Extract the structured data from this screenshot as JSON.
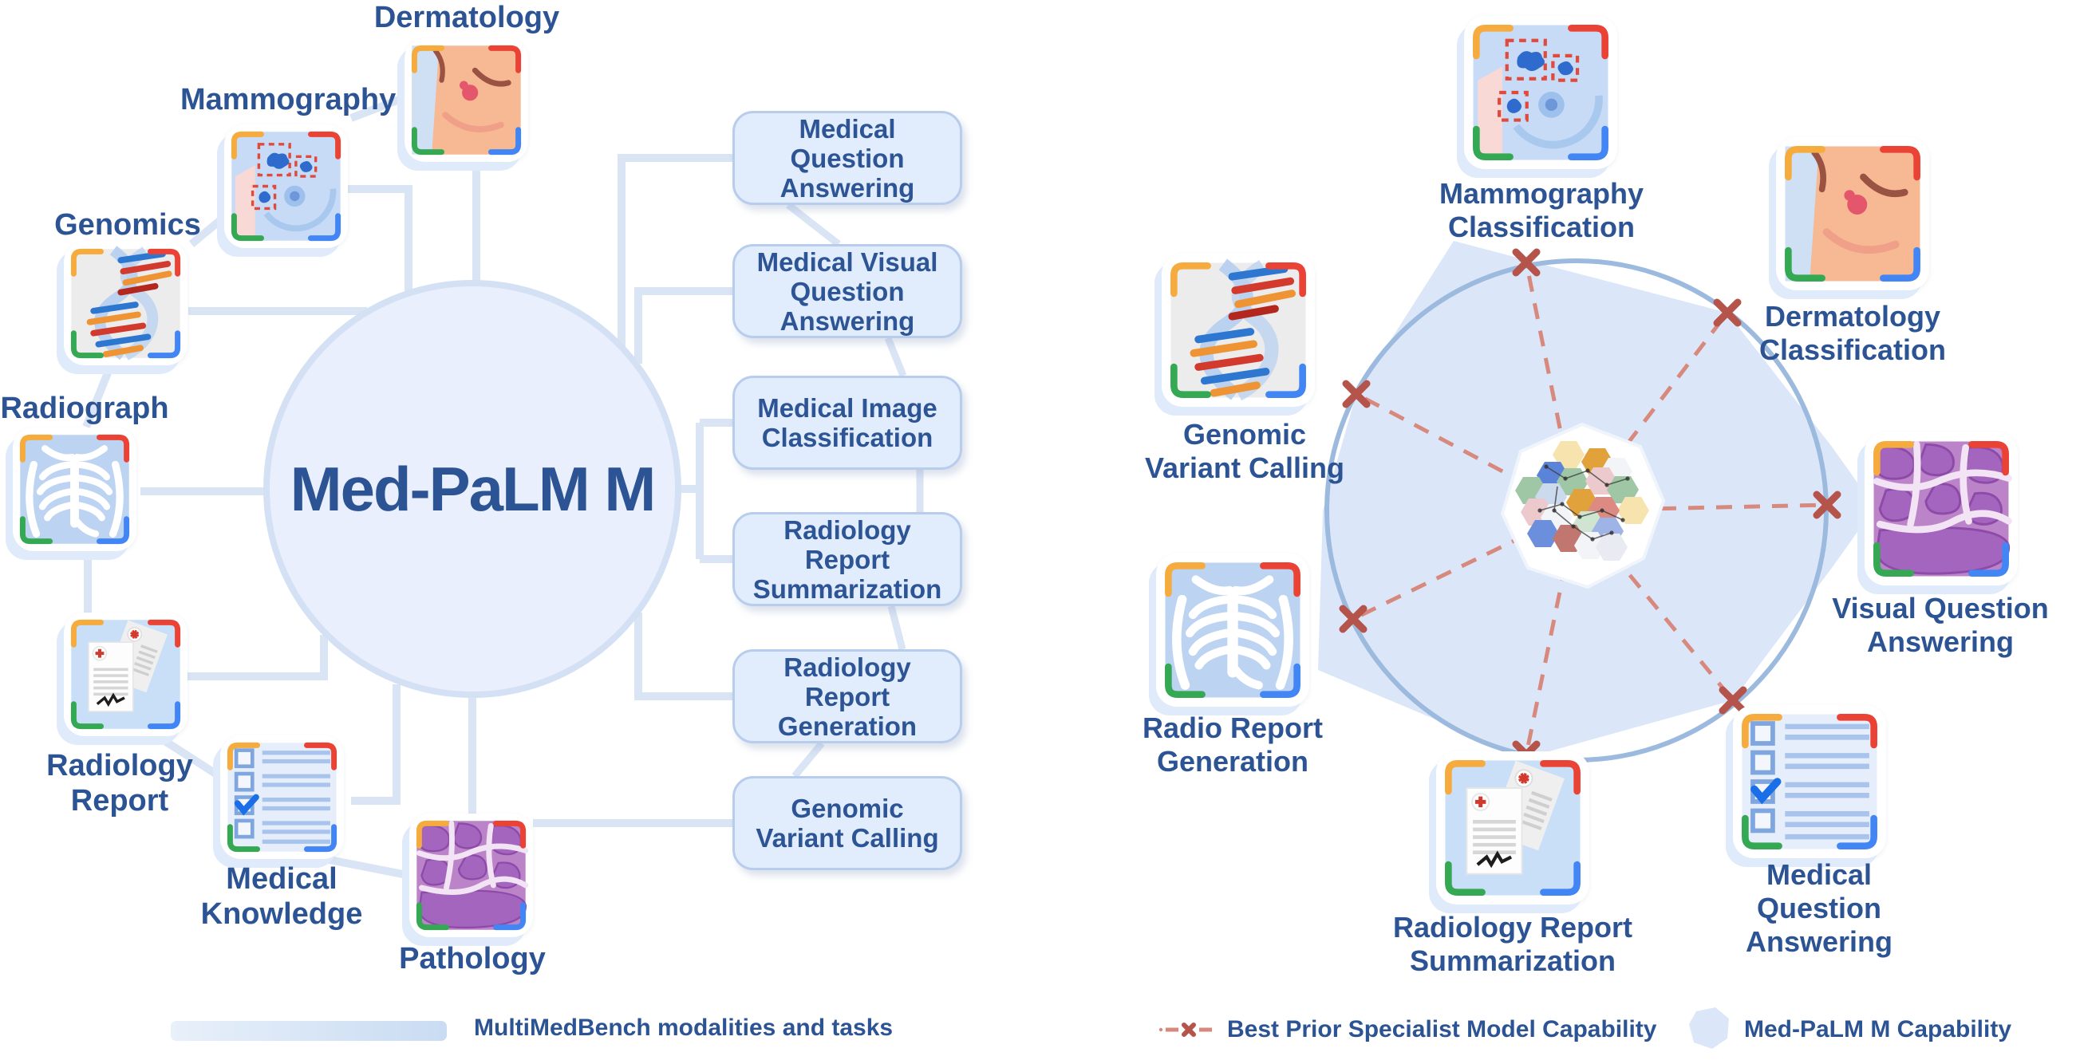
{
  "figure": {
    "left_panel_title": "Med-PaLM M",
    "colors": {
      "accent_text": "#2c5494",
      "connector_line": "#d9e4f4",
      "circle_fill": "#e9effc",
      "circle_border_left": "#d4e0f3",
      "task_fill": "#e1ecfc",
      "task_border": "#b7cdeb",
      "right_circle_stroke": "#9cbade",
      "capability_blob": "#dbe7f8",
      "dashed_line": "#d8897e",
      "x_marker": "#b4544a",
      "google_yellow": "#f5ab3d",
      "google_red": "#ea4335",
      "google_green": "#34a853",
      "google_blue": "#4285f4"
    }
  },
  "left": {
    "center_label": "Med-PaLM M",
    "modalities": {
      "dermatology": {
        "label": "Dermatology"
      },
      "mammography": {
        "label": "Mammography"
      },
      "genomics": {
        "label": "Genomics"
      },
      "radiograph": {
        "label": "Radiograph"
      },
      "radiology_report": {
        "label": "Radiology Report"
      },
      "medical_knowledge": {
        "label": "Medical Knowledge"
      },
      "pathology": {
        "label": "Pathology"
      }
    },
    "tasks": [
      "Medical Question Answering",
      "Medical Visual Question Answering",
      "Medical Image Classification",
      "Radiology Report Summarization",
      "Radiology Report Generation",
      "Genomic Variant Calling"
    ],
    "legend": "MultiMedBench modalities and tasks"
  },
  "right": {
    "capabilities": {
      "mammography_classification": {
        "lines": [
          "Mammography",
          "Classification"
        ]
      },
      "dermatology_classification": {
        "lines": [
          "Dermatology",
          "Classification"
        ]
      },
      "genomic_variant_calling": {
        "lines": [
          "Genomic",
          "Variant Calling"
        ]
      },
      "visual_question_answering": {
        "lines": [
          "Visual Question",
          "Answering"
        ]
      },
      "radio_report_generation": {
        "lines": [
          "Radio Report",
          "Generation"
        ]
      },
      "radiology_report_summarization": {
        "lines": [
          "Radiology Report",
          "Summarization"
        ]
      },
      "medical_question_answering": {
        "lines": [
          "Medical",
          "Question Answering"
        ]
      }
    },
    "legend": [
      {
        "label": "Best Prior Specialist Model Capability"
      },
      {
        "label": "Med-PaLM M Capability"
      }
    ]
  }
}
